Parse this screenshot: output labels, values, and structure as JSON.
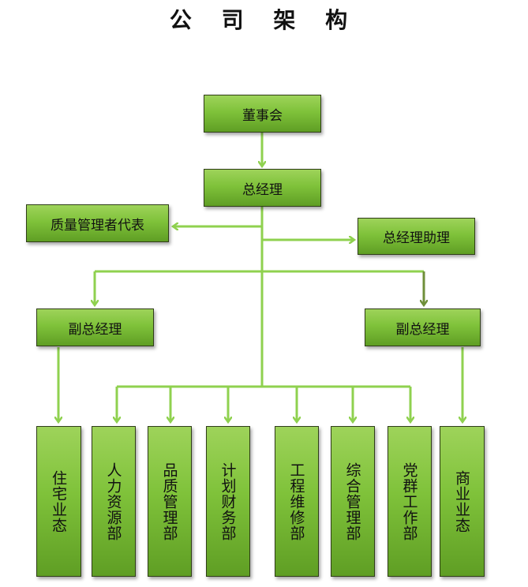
{
  "title": "公 司 架 构",
  "colors": {
    "line": "#8fd14f",
    "line_dark": "#6f8f3a",
    "box_top": "#9ed35a",
    "box_bottom": "#5f9e24"
  },
  "nodes": {
    "board": "董事会",
    "gm": "总经理",
    "quality_rep": "质量管理者代表",
    "gm_assistant": "总经理助理",
    "vp_left": "副总经理",
    "vp_right": "副总经理",
    "dept_residential": "住宅业态",
    "dept_hr": "人力资源部",
    "dept_quality": "品质管理部",
    "dept_finance": "计划财务部",
    "dept_engineering": "工程维修部",
    "dept_general": "综合管理部",
    "dept_party": "党群工作部",
    "dept_commercial": "商业业态"
  }
}
